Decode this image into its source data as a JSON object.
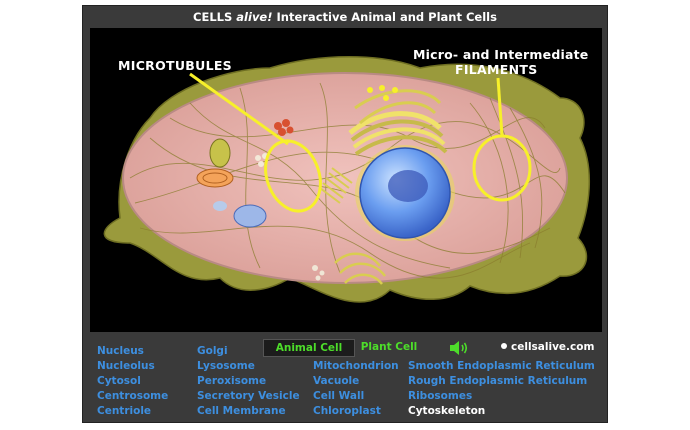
{
  "app": {
    "title_pre": "CELLS",
    "title_alive": "alive!",
    "title_post": "Interactive Animal and Plant Cells"
  },
  "annotations": {
    "microtubules": "MICROTUBULES",
    "filaments_line1": "Micro- and Intermediate",
    "filaments_line2": "FILAMENTS"
  },
  "nav": {
    "col1": [
      "Nucleus",
      "Nucleolus",
      "Cytosol",
      "Centrosome",
      "Centriole"
    ],
    "col2": [
      "Golgi",
      "Lysosome",
      "Peroxisome",
      "Secretory Vesicle",
      "Cell Membrane"
    ],
    "col3": [
      "Mitochondrion",
      "Vacuole",
      "Cell Wall",
      "Chloroplast"
    ],
    "col4": [
      "Smooth Endoplasmic Reticulum",
      "Rough Endoplasmic Reticulum",
      "Ribosomes",
      "Cytoskeleton"
    ],
    "active": "Cytoskeleton"
  },
  "tabs": {
    "animal": "Animal Cell",
    "plant": "Plant Cell",
    "selected": "Animal Cell"
  },
  "site": "cellsalive.com",
  "icons": {
    "sound": "speaker-icon"
  },
  "colors": {
    "nav_link": "#3d8fe0",
    "tab_green": "#4ddd2a",
    "highlight_yellow": "#f7f02a",
    "cytoplasm": "#e8b3ae"
  }
}
